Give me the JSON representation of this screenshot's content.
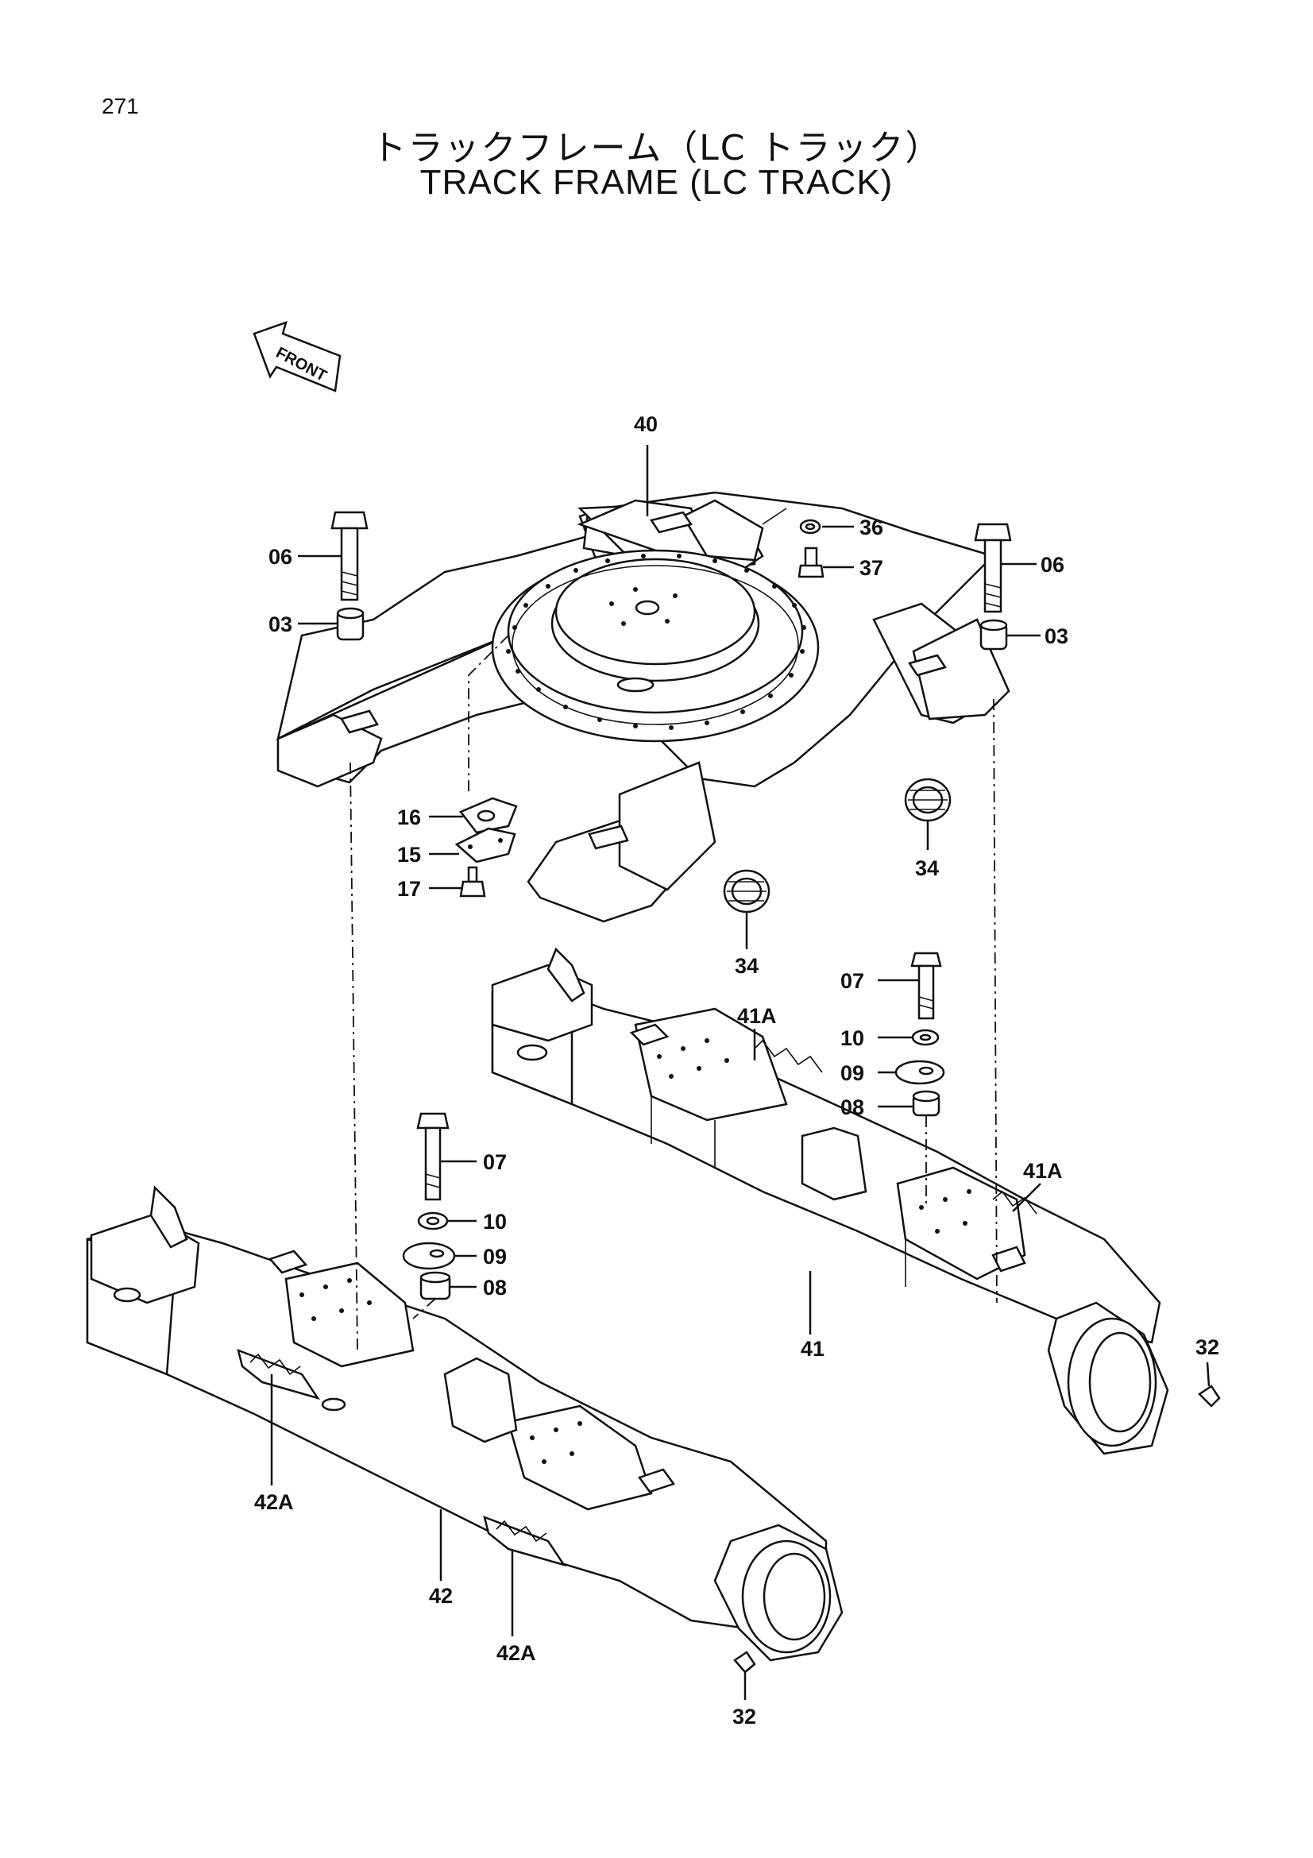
{
  "page_number": "271",
  "title_jp": "トラックフレーム（LC トラック）",
  "title_en": "TRACK FRAME (LC TRACK)",
  "front_arrow_label": "FRONT",
  "colors": {
    "ink": "#111111",
    "paper": "#ffffff"
  },
  "callouts": {
    "p40": "40",
    "p36": "36",
    "p37": "37",
    "p06_left": "06",
    "p06_right": "06",
    "p03_left": "03",
    "p03_right": "03",
    "p16": "16",
    "p15": "15",
    "p17": "17",
    "p34_right": "34",
    "p34_center": "34",
    "p07_right": "07",
    "p10_right": "10",
    "p09_right": "09",
    "p08_right": "08",
    "p41A_top": "41A",
    "p41A_right": "41A",
    "p41": "41",
    "p32_right": "32",
    "p07_left": "07",
    "p10_left": "10",
    "p09_left": "09",
    "p08_left": "08",
    "p42A_left": "42A",
    "p42": "42",
    "p42A_right": "42A",
    "p32_bottom": "32"
  }
}
